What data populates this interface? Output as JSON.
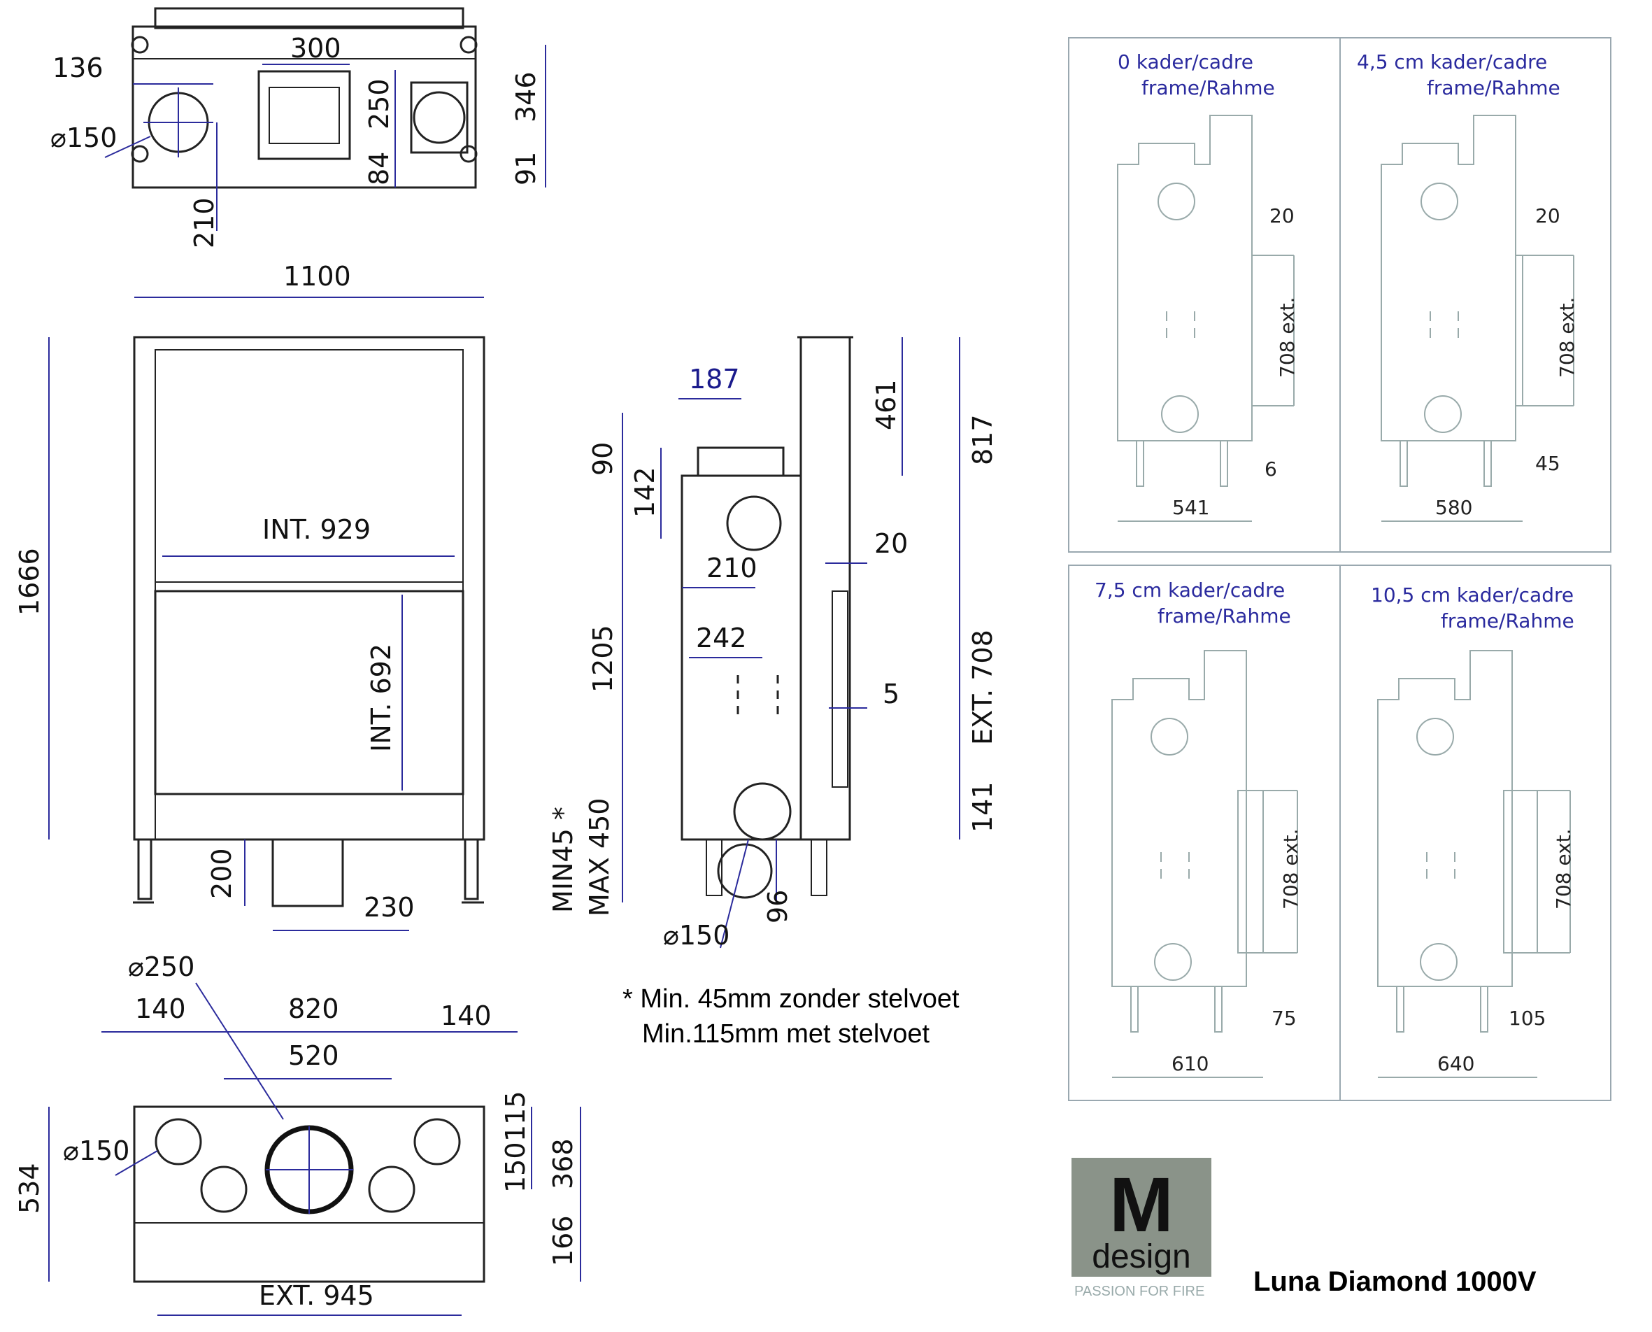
{
  "product": {
    "title": "Luna Diamond 1000V"
  },
  "logo": {
    "letter": "M",
    "word": "design",
    "tagline": "PASSION FOR FIRE"
  },
  "top_view": {
    "dims": {
      "d136": "136",
      "d300": "300",
      "d250": "250",
      "d346": "346",
      "d84": "84",
      "d91": "91",
      "d210": "210",
      "dia150": "⌀150"
    }
  },
  "front_view": {
    "dims": {
      "width": "1100",
      "height": "1666",
      "int_width": "INT. 929",
      "int_height": "INT. 692",
      "d200": "200",
      "d230": "230"
    }
  },
  "side_view": {
    "dims": {
      "d187": "187",
      "d90": "90",
      "d142": "142",
      "d210": "210",
      "d242": "242",
      "d1205": "1205",
      "d461": "461",
      "d817": "817",
      "d20": "20",
      "d5": "5",
      "ext708": "EXT. 708",
      "d141": "141",
      "d96": "96",
      "min": "MIN45 *",
      "max": "MAX 450",
      "dia150": "⌀150"
    }
  },
  "bottom_view": {
    "dims": {
      "dia250": "⌀250",
      "d140a": "140",
      "d820": "820",
      "d140b": "140",
      "d520": "520",
      "dia150": "⌀150",
      "d534": "534",
      "d115": "115",
      "d150": "150",
      "d368": "368",
      "d166": "166",
      "ext945": "EXT. 945"
    }
  },
  "note": {
    "line1": "* Min. 45mm zonder stelvoet",
    "line2": "Min.115mm met stelvoet"
  },
  "frames": [
    {
      "cap1": "0  kader/cadre",
      "cap2": "frame/Rahme",
      "side": "20",
      "ext": "708 ext.",
      "gap": "6",
      "width": "541"
    },
    {
      "cap1": "4,5 cm  kader/cadre",
      "cap2": "frame/Rahme",
      "side": "20",
      "ext": "708 ext.",
      "gap": "45",
      "width": "580"
    },
    {
      "cap1": "7,5 cm kader/cadre",
      "cap2": "frame/Rahme",
      "ext": "708 ext.",
      "gap": "75",
      "width": "610"
    },
    {
      "cap1": "10,5 cm kader/cadre",
      "cap2": "frame/Rahme",
      "ext": "708 ext.",
      "gap": "105",
      "width": "640"
    }
  ]
}
